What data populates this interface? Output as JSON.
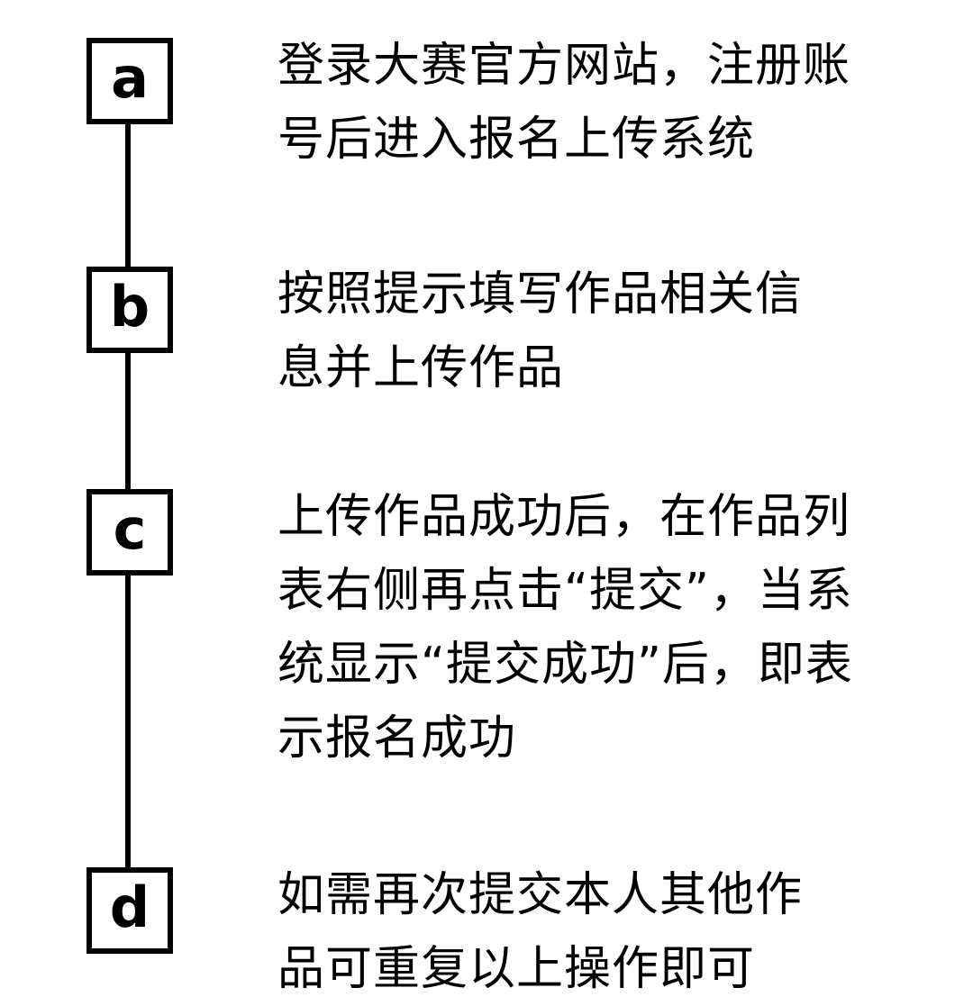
{
  "steps": [
    {
      "marker": "a",
      "lines": [
        "登录大赛官方网站，注册账",
        "号后进入报名上传系统"
      ]
    },
    {
      "marker": "b",
      "lines": [
        "按照提示填写作品相关信",
        "息并上传作品"
      ]
    },
    {
      "marker": "c",
      "lines": [
        "上传作品成功后，在作品列",
        "表右侧再点击“提交”，当系",
        "统显示“提交成功”后，即表",
        "示报名成功"
      ]
    },
    {
      "marker": "d",
      "lines": [
        "如需再次提交本人其他作",
        "品可重复以上操作即可"
      ]
    }
  ],
  "colors": {
    "line": "#000000",
    "background": "#ffffff",
    "text": "#000000"
  }
}
